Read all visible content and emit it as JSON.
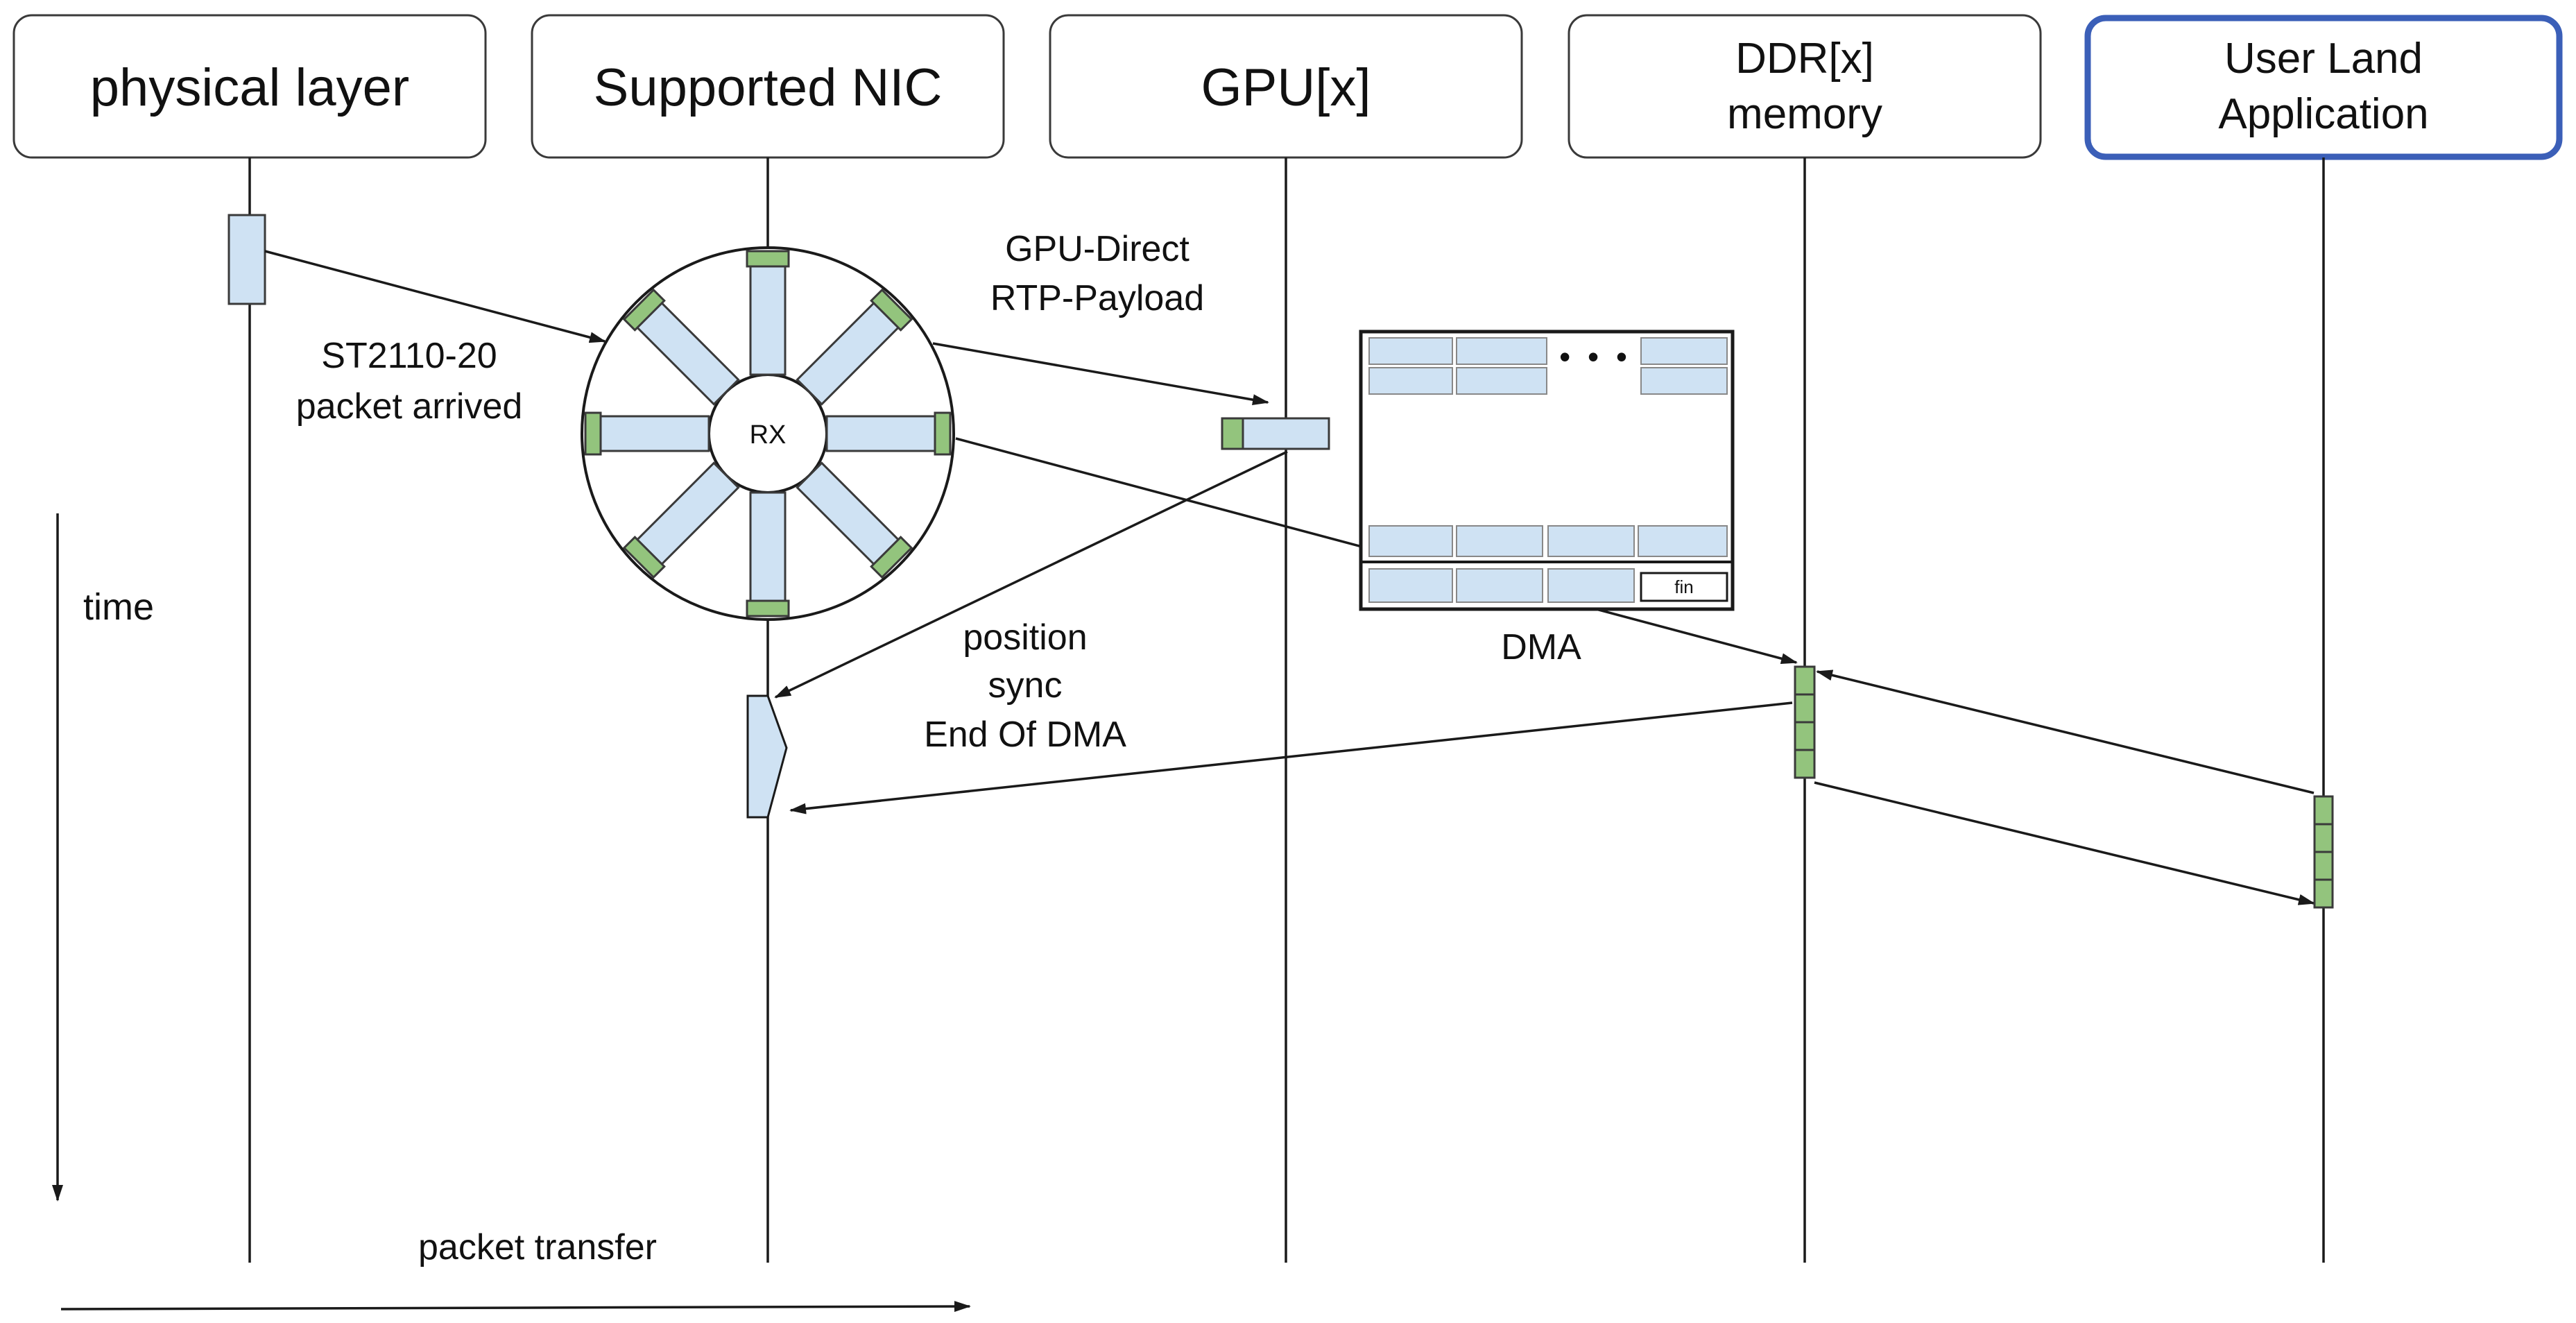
{
  "lanes": [
    {
      "id": "physical",
      "title": "physical layer"
    },
    {
      "id": "nic",
      "title": "Supported NIC"
    },
    {
      "id": "gpu",
      "title": "GPU[x]"
    },
    {
      "id": "ddr",
      "title_lines": [
        "DDR[x]",
        "memory"
      ]
    },
    {
      "id": "app",
      "title_lines": [
        "User Land",
        "Application"
      ],
      "highlight_color": "#3b5fb8"
    }
  ],
  "labels": {
    "packet_arrived": [
      "ST2110-20",
      "packet arrived"
    ],
    "gpu_direct": [
      "GPU-Direct",
      "RTP-Payload"
    ],
    "position_sync": [
      "position",
      "sync",
      "End Of DMA"
    ],
    "dma": "DMA",
    "rx": "RX",
    "fin": "fin",
    "dots": "• • •",
    "time": "time",
    "packet_transfer": "packet transfer"
  },
  "colors": {
    "buffer_fill": "#cfe2f3",
    "slot_marker": "#93c47d",
    "highlight_border": "#3b5fb8"
  }
}
